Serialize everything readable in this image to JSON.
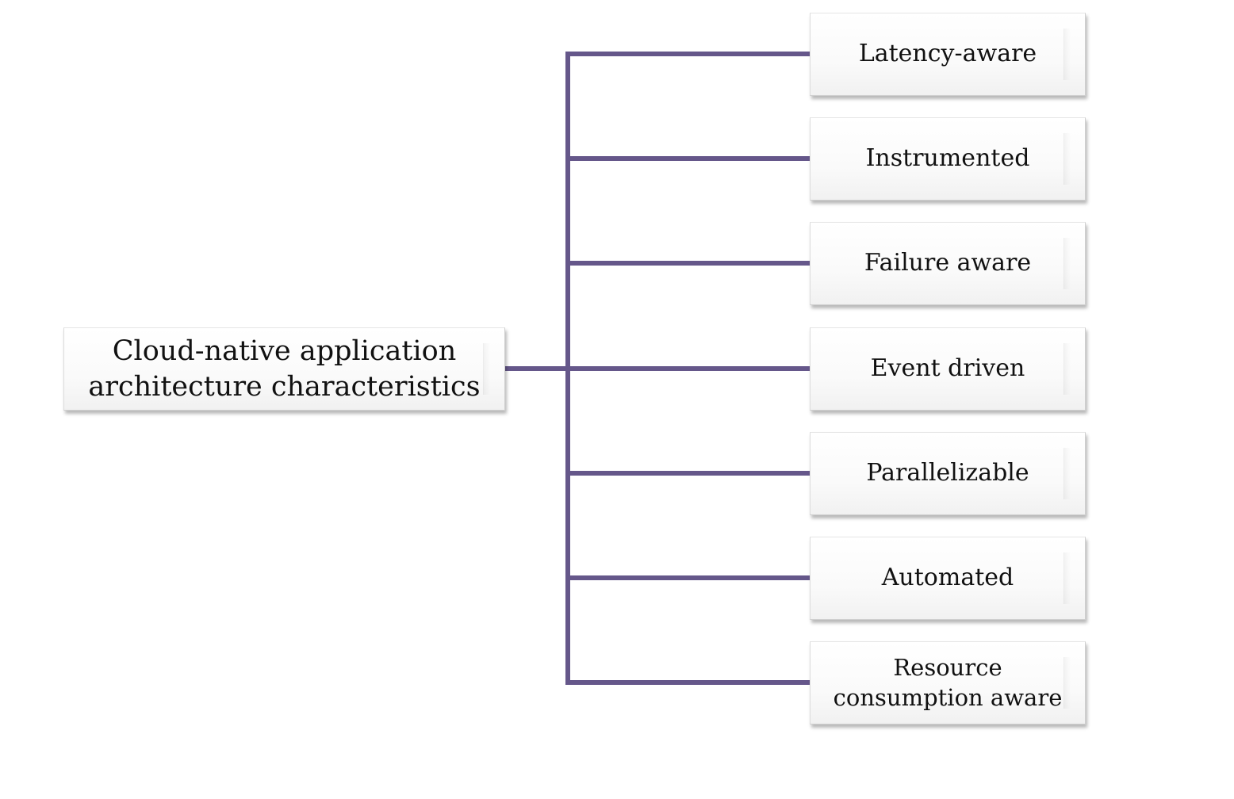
{
  "diagram": {
    "root": {
      "label": "Cloud-native application\narchitecture characteristics"
    },
    "children": [
      {
        "label": "Latency-aware"
      },
      {
        "label": "Instrumented"
      },
      {
        "label": "Failure aware"
      },
      {
        "label": "Event driven"
      },
      {
        "label": "Parallelizable"
      },
      {
        "label": "Automated"
      },
      {
        "label": "Resource\nconsumption aware"
      }
    ],
    "colors": {
      "connector": "#65578a",
      "box_border": "#cfcfcf",
      "text": "#111111"
    }
  }
}
